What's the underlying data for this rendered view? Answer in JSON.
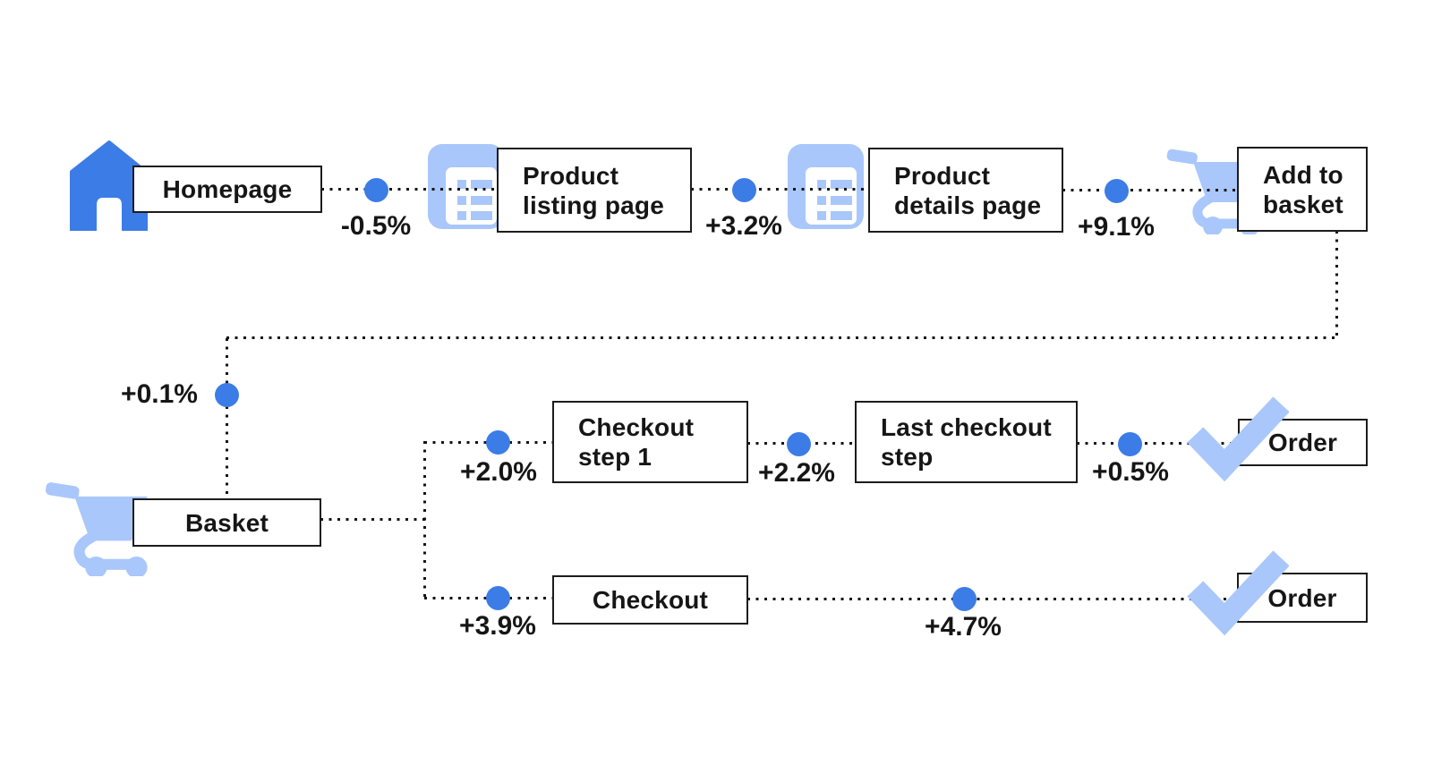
{
  "diagram": {
    "title": "E-commerce funnel flow with step-change percentages",
    "colors": {
      "accent": "#3c7ce6",
      "light": "#a9c7fa",
      "line": "#141414",
      "text": "#161616",
      "box_border": "#1c1c1c",
      "background": "#ffffff"
    },
    "nodes": {
      "homepage": {
        "label": "Homepage",
        "icon": "home-icon"
      },
      "product_listing_page": {
        "label": "Product\nlisting page",
        "icon": "list-page-icon"
      },
      "product_details_page": {
        "label": "Product\ndetails page",
        "icon": "list-page-icon"
      },
      "add_to_basket": {
        "label": "Add to\nbasket",
        "icon": "cart-icon"
      },
      "basket": {
        "label": "Basket",
        "icon": "cart-icon"
      },
      "checkout_step_1": {
        "label": "Checkout\nstep 1"
      },
      "last_checkout_step": {
        "label": "Last checkout\nstep"
      },
      "order_top": {
        "label": "Order",
        "icon": "check-icon"
      },
      "checkout": {
        "label": "Checkout"
      },
      "order_bottom": {
        "label": "Order",
        "icon": "check-icon"
      }
    },
    "deltas": {
      "homepage_to_listing": "-0.5%",
      "listing_to_details": "+3.2%",
      "details_to_add_to_basket": "+9.1%",
      "add_to_basket_to_basket": "+0.1%",
      "basket_to_checkout_step_1": "+2.0%",
      "checkout_step_1_to_last_checkout": "+2.2%",
      "last_checkout_to_order": "+0.5%",
      "basket_to_checkout": "+3.9%",
      "checkout_to_order": "+4.7%"
    }
  }
}
